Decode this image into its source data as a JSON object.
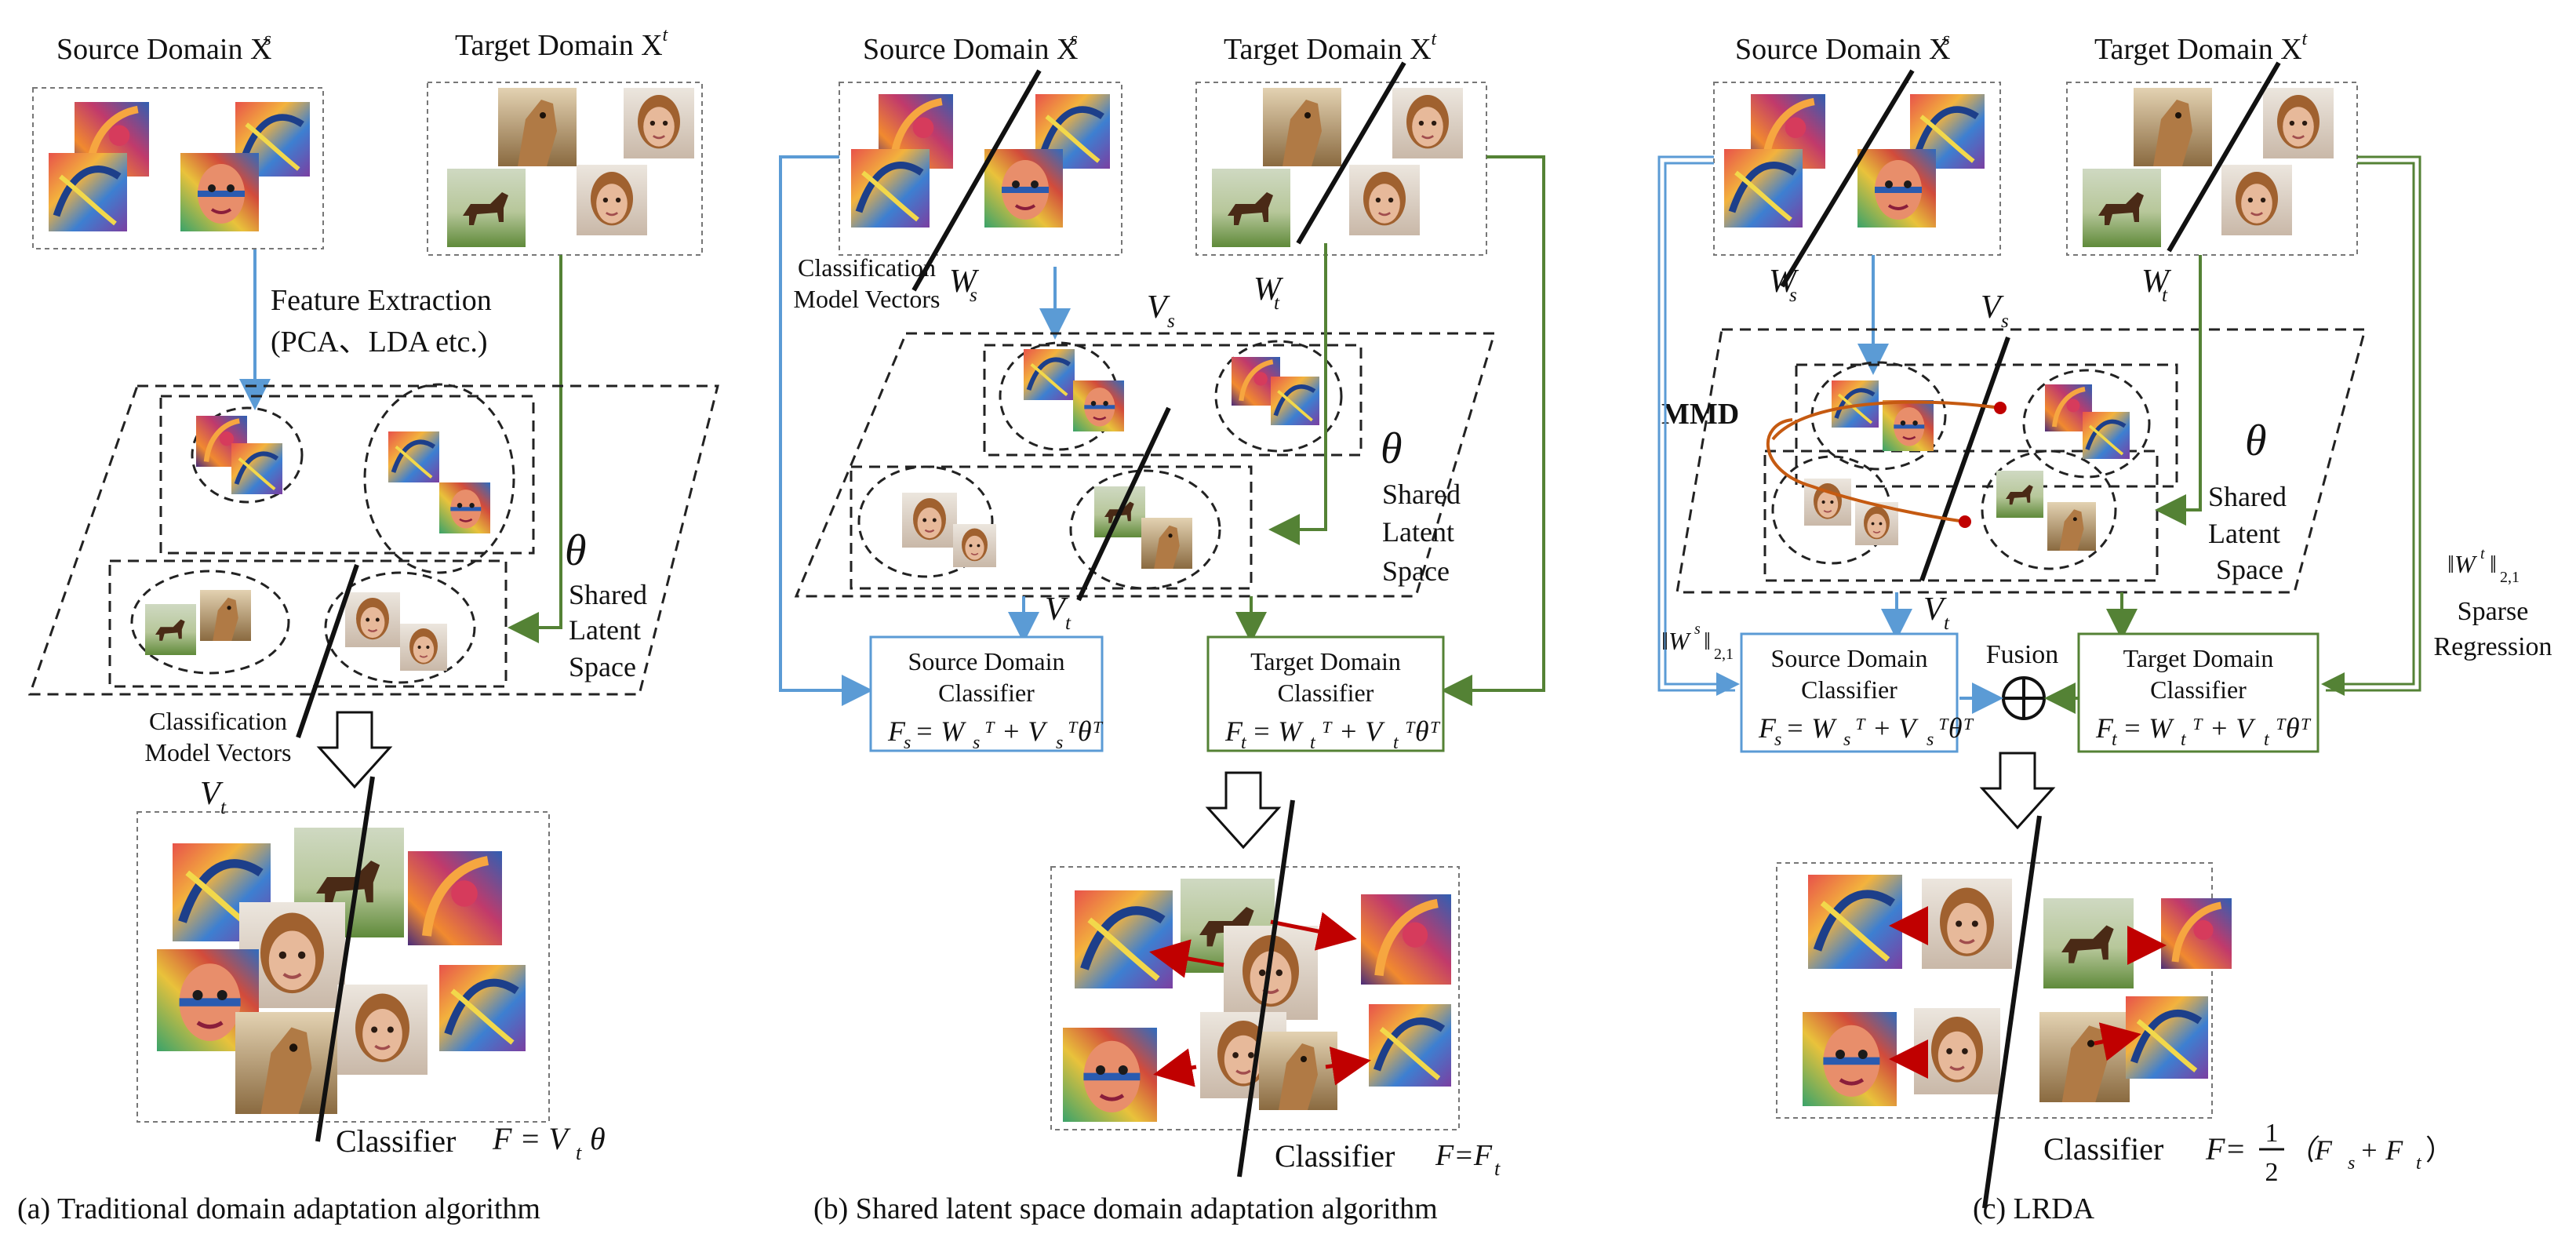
{
  "panels": [
    {
      "caption": "(a) Traditional domain adaptation algorithm",
      "source_title": "Source Domain X",
      "source_sup": "s",
      "target_title": "Target Domain X",
      "target_sup": "t",
      "feature_line1": "Feature Extraction",
      "feature_line2": "(PCA、LDA etc.)",
      "theta": "θ",
      "space_line1": "Shared",
      "space_line2": "Latent",
      "space_line3": "Space",
      "vectors_line1": "Classification",
      "vectors_line2": "Model Vectors",
      "vt_label": "V",
      "vt_sub": "t",
      "classifier_label": "Classifier",
      "classifier_formula": "F = V",
      "classifier_formula_sub": "t",
      "classifier_formula_end": "θ"
    },
    {
      "caption": "(b) Shared latent space domain adaptation algorithm",
      "source_title": "Source Domain X",
      "source_sup": "s",
      "target_title": "Target Domain X",
      "target_sup": "t",
      "vectors_line1": "Classification",
      "vectors_line2": "Model Vectors",
      "ws_label": "W",
      "ws_sub": "s",
      "wt_label": "W",
      "wt_sub": "t",
      "vs_label": "V",
      "vs_sub": "s",
      "vt_label": "V",
      "vt_sub": "t",
      "theta": "θ",
      "space_line1": "Shared",
      "space_line2": "Latent",
      "space_line3": "Space",
      "src_cls_line1": "Source Domain",
      "src_cls_line2": "Classifier",
      "src_cls_formula": "F",
      "src_cls_formula_sub": "s",
      "src_cls_formula_rest": " = W",
      "src_cls_formula_rest_sub": "s",
      "src_cls_formula_tail": "ᵀ + V",
      "src_cls_formula_tail_sub": "s",
      "src_cls_formula_end": "ᵀθᵀ",
      "tgt_cls_line1": "Target Domain",
      "tgt_cls_line2": "Classifier",
      "tgt_cls_formula": "F",
      "tgt_cls_formula_sub": "t",
      "tgt_cls_formula_rest": " = W",
      "tgt_cls_formula_rest_sub": "t",
      "tgt_cls_formula_tail": "ᵀ + V",
      "tgt_cls_formula_tail_sub": "t",
      "tgt_cls_formula_end": "ᵀθᵀ",
      "classifier_label": "Classifier",
      "classifier_formula": "F=F",
      "classifier_formula_sub": "t"
    },
    {
      "caption": "(c) LRDA",
      "source_title": "Source Domain X",
      "source_sup": "s",
      "target_title": "Target Domain X",
      "target_sup": "t",
      "ws_label": "W",
      "ws_sub": "s",
      "wt_label": "W",
      "wt_sub": "t",
      "vs_label": "V",
      "vs_sub": "s",
      "vt_label": "V",
      "vt_sub": "t",
      "mmd": "MMD",
      "theta": "θ",
      "space_line1": "Shared",
      "space_line2": "Latent",
      "space_line3": "Space",
      "norm_s": "‖W",
      "norm_s_sup": "s",
      "norm_s_end": "‖",
      "norm_s_sub": "2,1",
      "norm_t": "‖W",
      "norm_t_sup": "t",
      "norm_t_end": "‖",
      "norm_t_sub": "2,1",
      "sparse_line1": "Sparse",
      "sparse_line2": "Regression",
      "fusion": "Fusion",
      "src_cls_line1": "Source Domain",
      "src_cls_line2": "Classifier",
      "src_cls_formula": "F",
      "src_cls_formula_sub": "s",
      "src_cls_formula_rest": " = W",
      "src_cls_formula_rest_sub": "s",
      "src_cls_formula_tail": "ᵀ + V",
      "src_cls_formula_tail_sub": "s",
      "src_cls_formula_end": "ᵀθᵀ",
      "tgt_cls_line1": "Target Domain",
      "tgt_cls_line2": "Classifier",
      "tgt_cls_formula": "F",
      "tgt_cls_formula_sub": "t",
      "tgt_cls_formula_rest": " = W",
      "tgt_cls_formula_rest_sub": "t",
      "tgt_cls_formula_tail": "ᵀ + V",
      "tgt_cls_formula_tail_sub": "t",
      "tgt_cls_formula_end": "ᵀθᵀ",
      "classifier_label": "Classifier",
      "classifier_formula_pre": "F=",
      "classifier_formula_num": "1",
      "classifier_formula_den": "2",
      "classifier_formula_paren": "（F",
      "classifier_formula_s": "s",
      "classifier_formula_plus": " + F",
      "classifier_formula_t": "t",
      "classifier_formula_close": "）"
    }
  ],
  "colors": {
    "blue": "#5b9bd5",
    "green": "#548235",
    "red": "#c00000",
    "orange": "#c55a11",
    "black": "#111111",
    "dash": "#222222"
  },
  "image_tiles": {
    "painting": "painting-thumbnail",
    "face": "face-photo-thumbnail",
    "horse": "horse-photo-thumbnail"
  }
}
